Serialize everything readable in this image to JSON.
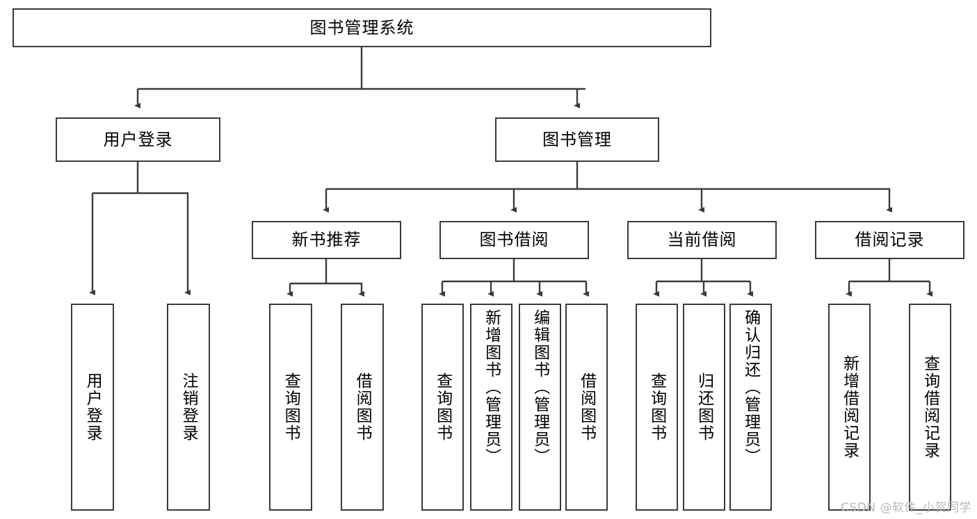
{
  "diagram": {
    "type": "tree",
    "title": "图书管理系统",
    "watermark": "CSDN @软件_小贺同学",
    "root": {
      "label": "图书管理系统"
    },
    "level2": [
      {
        "label": "用户登录"
      },
      {
        "label": "图书管理"
      }
    ],
    "level3": [
      {
        "label": "新书推荐"
      },
      {
        "label": "图书借阅"
      },
      {
        "label": "当前借阅"
      },
      {
        "label": "借阅记录"
      }
    ],
    "leaves_user_login": [
      {
        "label": "用户登录"
      },
      {
        "label": "注销登录"
      }
    ],
    "leaves_new_books": [
      {
        "label": "查询图书"
      },
      {
        "label": "借阅图书"
      }
    ],
    "leaves_borrow": [
      {
        "label": "查询图书"
      },
      {
        "label": "新增图书（管理员）"
      },
      {
        "label": "编辑图书（管理员）"
      },
      {
        "label": "借阅图书"
      }
    ],
    "leaves_current": [
      {
        "label": "查询图书"
      },
      {
        "label": "归还图书"
      },
      {
        "label": "确认归还（管理员）"
      }
    ],
    "leaves_records": [
      {
        "label": "新增借阅记录"
      },
      {
        "label": "查询借阅记录"
      }
    ],
    "colors": {
      "border": "#3a3a3a",
      "background": "#ffffff",
      "text": "#000000",
      "watermark": "#b8b8b8"
    }
  }
}
